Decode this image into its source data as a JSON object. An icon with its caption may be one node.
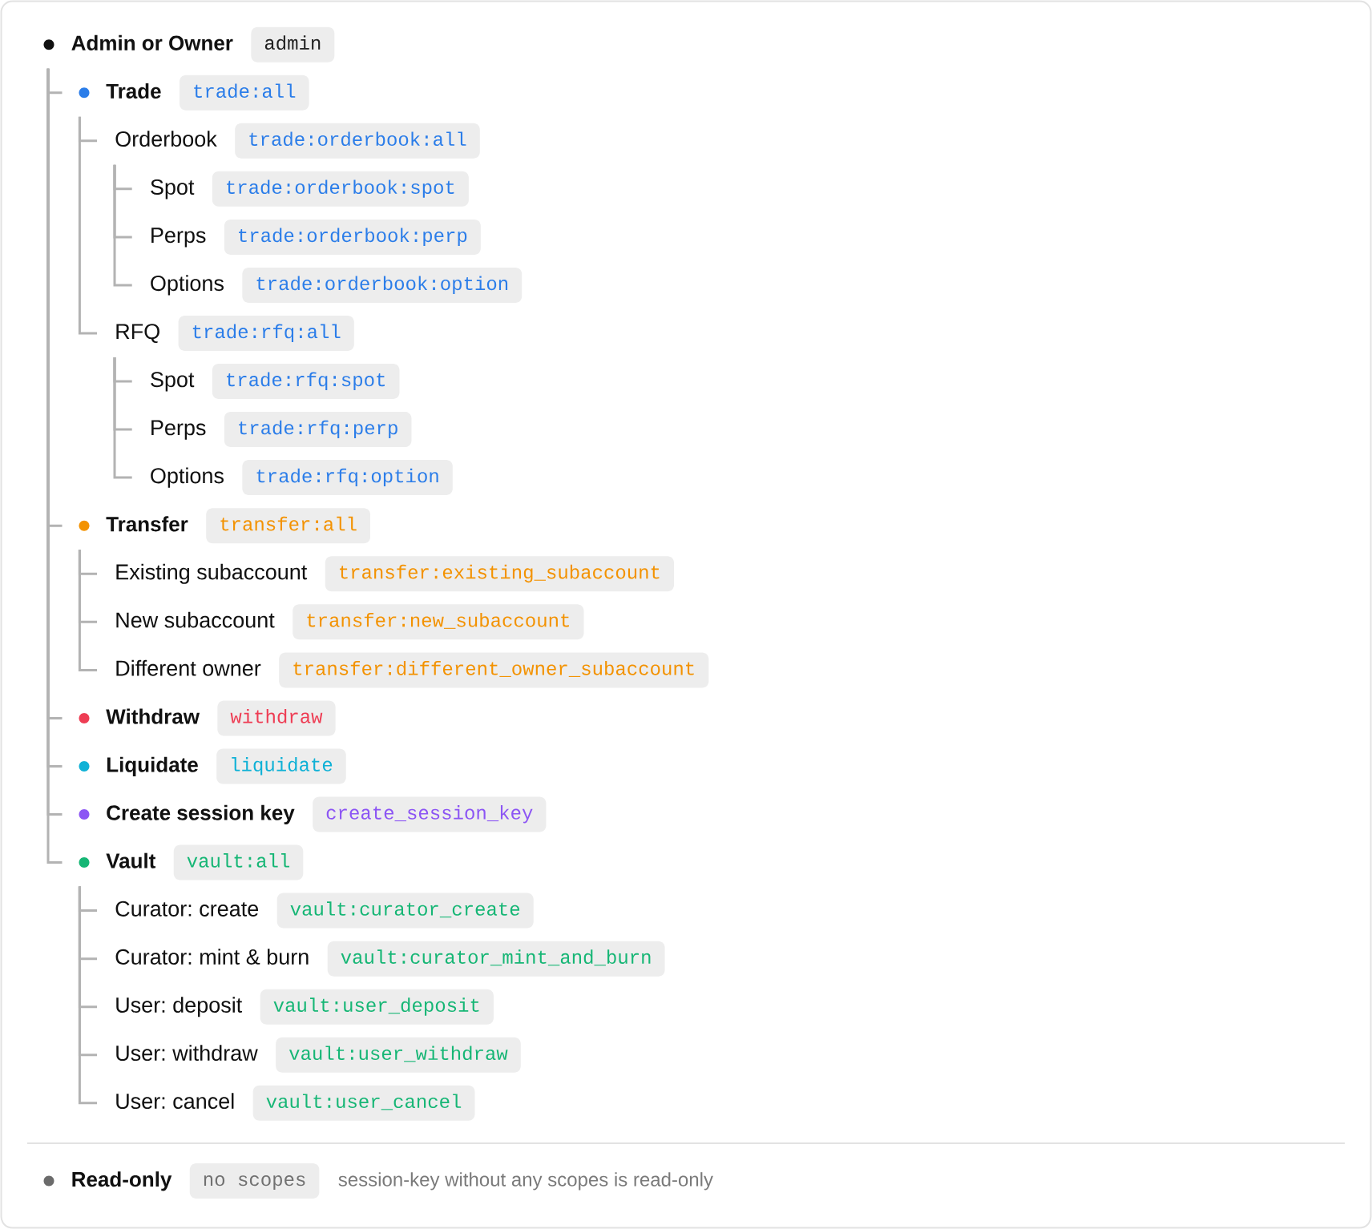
{
  "diagram": {
    "nodes": [
      {
        "text": [
          "Admin or Owner",
          "admin"
        ]
      },
      {
        "text": [
          "Trade",
          "trade:all"
        ]
      },
      {
        "text": [
          "Orderbook",
          "trade:orderbook:all"
        ]
      },
      {
        "text": [
          "Spot",
          "trade:orderbook:spot"
        ]
      },
      {
        "text": [
          "Perps",
          "trade:orderbook:perp"
        ]
      },
      {
        "text": [
          "Options",
          "trade:orderbook:option"
        ]
      },
      {
        "text": [
          "RFQ",
          "trade:rfq:all"
        ]
      },
      {
        "text": [
          "Spot",
          "trade:rfq:spot"
        ]
      },
      {
        "text": [
          "Perps",
          "trade:rfq:perp"
        ]
      },
      {
        "text": [
          "Options",
          "trade:rfq:option"
        ]
      },
      {
        "text": [
          "Transfer",
          "transfer:all"
        ]
      },
      {
        "text": [
          "Existing subaccount",
          "transfer:existing_subaccount"
        ]
      },
      {
        "text": [
          "New subaccount",
          "transfer:new_subaccount"
        ]
      },
      {
        "text": [
          "Different owner",
          "transfer:different_owner_subaccount"
        ]
      },
      {
        "text": [
          "Withdraw",
          "withdraw"
        ]
      },
      {
        "text": [
          "Liquidate",
          "liquidate"
        ]
      },
      {
        "text": [
          "Create session key",
          "create_session_key"
        ]
      },
      {
        "text": [
          "Vault",
          "vault:all"
        ]
      },
      {
        "text": [
          "Curator: create",
          "vault:curator_create"
        ]
      },
      {
        "text": [
          "Curator: mint & burn",
          "vault:curator_mint_and_burn"
        ]
      },
      {
        "text": [
          "User: deposit",
          "vault:user_deposit"
        ]
      },
      {
        "text": [
          "User: withdraw",
          "vault:user_withdraw"
        ]
      },
      {
        "text": [
          "User: cancel",
          "vault:user_cancel"
        ]
      },
      {
        "text": [
          "Read-only",
          "no scopes"
        ],
        "beside": [
          "session-key without any scopes is read-only"
        ]
      }
    ],
    "edges": [
      {
        "from": 0,
        "to": 1,
        "arrow": "none"
      },
      {
        "from": 1,
        "to": 2,
        "arrow": "none"
      },
      {
        "from": 2,
        "to": 3,
        "arrow": "none"
      },
      {
        "from": 2,
        "to": 4,
        "arrow": "none"
      },
      {
        "from": 2,
        "to": 5,
        "arrow": "none"
      },
      {
        "from": 1,
        "to": 6,
        "arrow": "none"
      },
      {
        "from": 6,
        "to": 7,
        "arrow": "none"
      },
      {
        "from": 6,
        "to": 8,
        "arrow": "none"
      },
      {
        "from": 6,
        "to": 9,
        "arrow": "none"
      },
      {
        "from": 0,
        "to": 10,
        "arrow": "none"
      },
      {
        "from": 10,
        "to": 11,
        "arrow": "none"
      },
      {
        "from": 10,
        "to": 12,
        "arrow": "none"
      },
      {
        "from": 10,
        "to": 13,
        "arrow": "none"
      },
      {
        "from": 0,
        "to": 14,
        "arrow": "none"
      },
      {
        "from": 0,
        "to": 15,
        "arrow": "none"
      },
      {
        "from": 0,
        "to": 16,
        "arrow": "none"
      },
      {
        "from": 0,
        "to": 17,
        "arrow": "none"
      },
      {
        "from": 17,
        "to": 18,
        "arrow": "none"
      },
      {
        "from": 17,
        "to": 19,
        "arrow": "none"
      },
      {
        "from": 17,
        "to": 20,
        "arrow": "none"
      },
      {
        "from": 17,
        "to": 21,
        "arrow": "none"
      },
      {
        "from": 17,
        "to": 22,
        "arrow": "none"
      }
    ]
  }
}
